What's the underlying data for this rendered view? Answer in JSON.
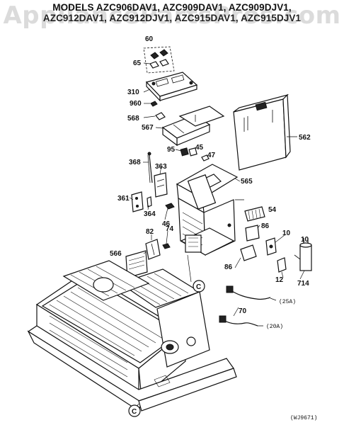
{
  "header": {
    "line1": "MODELS AZC906DAV1, AZC909DAV1, AZC909DJV1,",
    "line2": "AZC912DAV1, AZC912DJV1, AZC915DAV1, AZC915DJV1"
  },
  "watermark": "AppliancePartsPros.com",
  "callouts": {
    "p60": "60",
    "p65": "65",
    "p310": "310",
    "p960": "960",
    "p568": "568",
    "p567": "567",
    "p562": "562",
    "p95": "95",
    "p45": "45",
    "p47": "47",
    "p368": "368",
    "p363": "363",
    "p565": "565",
    "p54": "54",
    "p361": "361",
    "p364": "364",
    "p46": "46",
    "p86a": "86",
    "p82": "82",
    "p74": "74",
    "p10": "10",
    "p566": "566",
    "p86b": "86",
    "p12": "12",
    "p714": "714",
    "p70": "70",
    "ref25": "(25A)",
    "ref20": "(20A)"
  },
  "refs": {
    "c1": "C",
    "c2": "C"
  },
  "figure_code": "(WJ9671)"
}
